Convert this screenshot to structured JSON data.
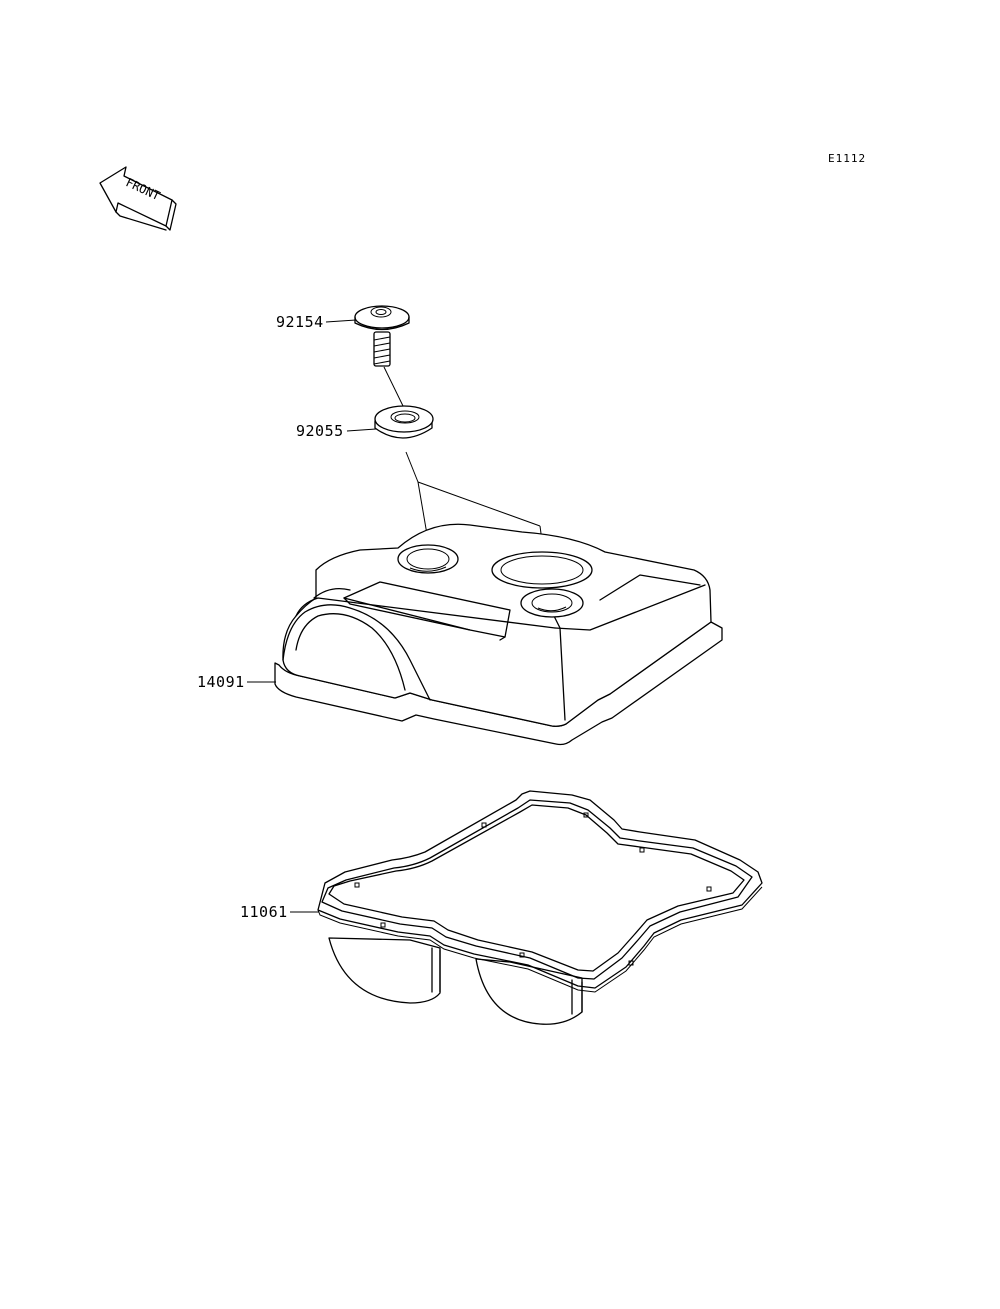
{
  "diagram_code": "E1112",
  "front_indicator": {
    "text": "FRONT"
  },
  "parts": [
    {
      "number": "92154"
    },
    {
      "number": "92055"
    },
    {
      "number": "14091"
    },
    {
      "number": "11061"
    }
  ]
}
